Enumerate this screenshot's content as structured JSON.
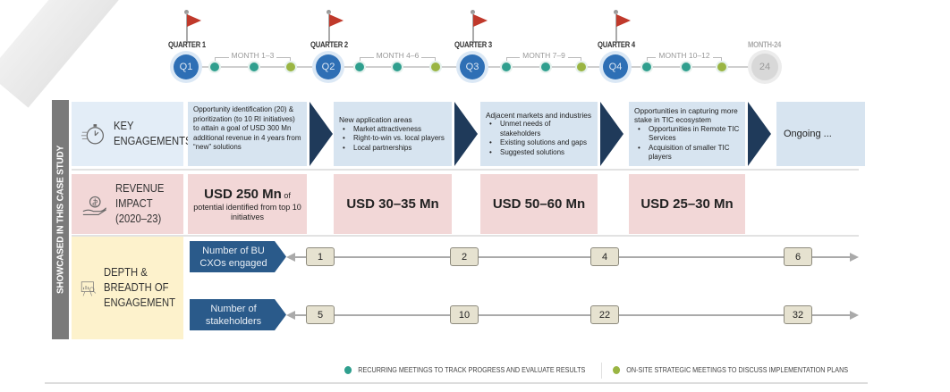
{
  "timeline": {
    "quarters": [
      {
        "label": "QUARTER 1",
        "badge": "Q1"
      },
      {
        "label": "QUARTER 2",
        "badge": "Q2"
      },
      {
        "label": "QUARTER 3",
        "badge": "Q3"
      },
      {
        "label": "QUARTER 4",
        "badge": "Q4"
      }
    ],
    "months": [
      "MONTH 1–3",
      "MONTH 4–6",
      "MONTH 7–9",
      "MONTH 10–12"
    ],
    "end": {
      "label": "MONTH-24",
      "badge": "24"
    }
  },
  "side_label": "SHOWCASED IN THIS CASE STUDY",
  "rows": {
    "key": {
      "title": "KEY ENGAGEMENTS",
      "icon": "stopwatch-icon"
    },
    "revenue": {
      "title": "REVENUE IMPACT (2020–23)",
      "icon": "money-hand-icon"
    },
    "depth": {
      "title": "DEPTH & BREADTH OF ENGAGEMENT",
      "icon": "analytics-board-icon"
    }
  },
  "engagements": [
    {
      "text": "Opportunity identification (20) & prioritization (to 10 RI initiatives) to attain a goal of USD 300 Mn additional revenue in 4 years from “new” solutions",
      "bullets": []
    },
    {
      "text": "New application areas",
      "bullets": [
        "Market attractiveness",
        "Right-to-win vs. local players",
        "Local partnerships"
      ]
    },
    {
      "text": "Adjacent markets and industries",
      "bullets": [
        "Unmet needs of stakeholders",
        "Existing solutions and gaps",
        "Suggested solutions"
      ]
    },
    {
      "text": "Opportunities in capturing more stake in TIC ecosystem",
      "bullets": [
        "Opportunities in Remote TIC Services",
        "Acquisition of smaller TIC players"
      ]
    },
    {
      "text": "Ongoing ...",
      "bullets": []
    }
  ],
  "revenue": [
    {
      "value": "USD 250 Mn",
      "suffix": " of",
      "note": "potential identified from top 10 initiatives"
    },
    {
      "value": "USD 30–35 Mn"
    },
    {
      "value": "USD 50–60 Mn"
    },
    {
      "value": "USD 25–30 Mn"
    }
  ],
  "depth": [
    {
      "label": "Number of BU CXOs engaged",
      "values": [
        "1",
        "2",
        "4",
        "6"
      ]
    },
    {
      "label": "Number of stakeholders",
      "values": [
        "5",
        "10",
        "22",
        "32"
      ]
    }
  ],
  "legend": [
    {
      "label": "RECURRING MEETINGS TO TRACK PROGRESS AND EVALUATE RESULTS",
      "color": "#2f9f8e"
    },
    {
      "label": "ON-SITE STRATEGIC MEETINGS TO DISCUSS IMPLEMENTATION PLANS",
      "color": "#9ab543"
    }
  ]
}
